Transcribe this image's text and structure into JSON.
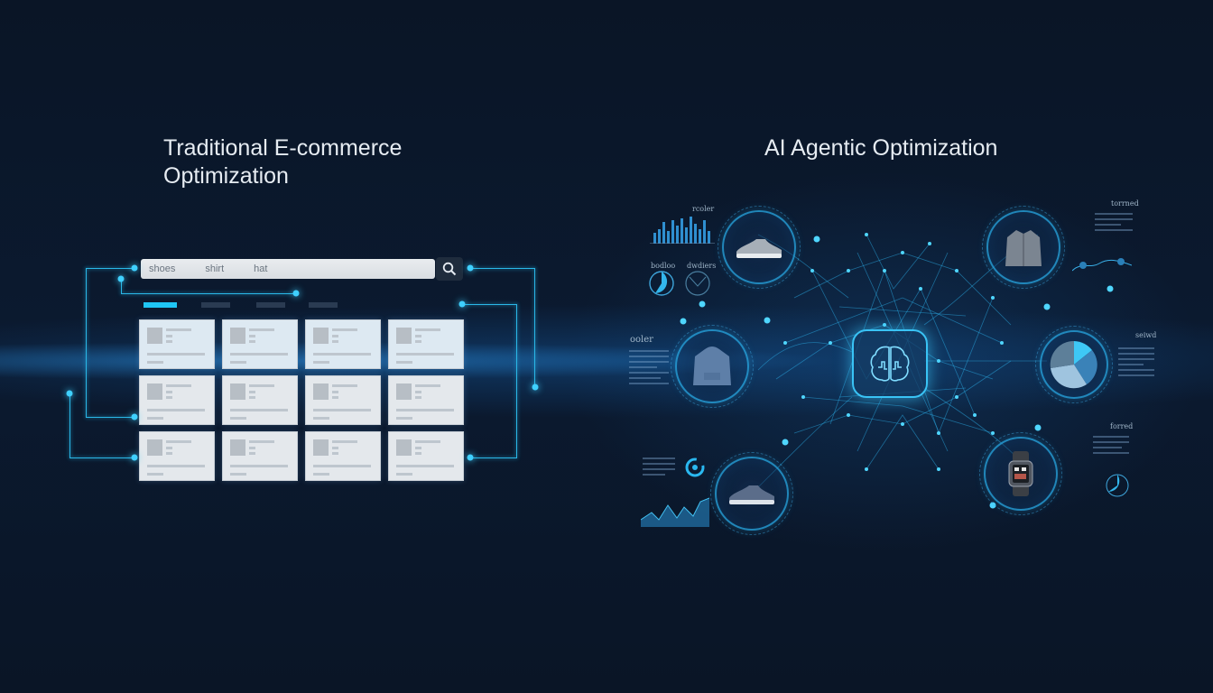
{
  "left_panel": {
    "title": "Traditional E-commerce Optimization",
    "search": {
      "tags": [
        "shoes",
        "shirt",
        "hat"
      ],
      "button_icon": "search-icon"
    },
    "tabs": [
      {
        "active": true
      },
      {
        "active": false
      },
      {
        "active": false
      },
      {
        "active": false
      }
    ],
    "product_grid": {
      "rows": 3,
      "columns": 4
    }
  },
  "right_panel": {
    "title": "AI Agentic Optimization",
    "center_icon": "brain-icon",
    "nodes": [
      {
        "item": "sneaker-gray",
        "label": "rcoler"
      },
      {
        "item": "jacket",
        "label": "torrned"
      },
      {
        "item": "hoodie",
        "label": "ooler"
      },
      {
        "item": "pie-chart",
        "label": "seiwd"
      },
      {
        "item": "smartwatch",
        "label": "forred"
      },
      {
        "item": "sneaker-blue",
        "label": ""
      }
    ],
    "widget_labels": [
      "bodloo",
      "dwdiers"
    ]
  },
  "colors": {
    "background": "#0a1628",
    "accent": "#2ab8e8",
    "glow": "#3fd0ff",
    "card": "#e4e8ec",
    "title": "#e6ecf2"
  }
}
